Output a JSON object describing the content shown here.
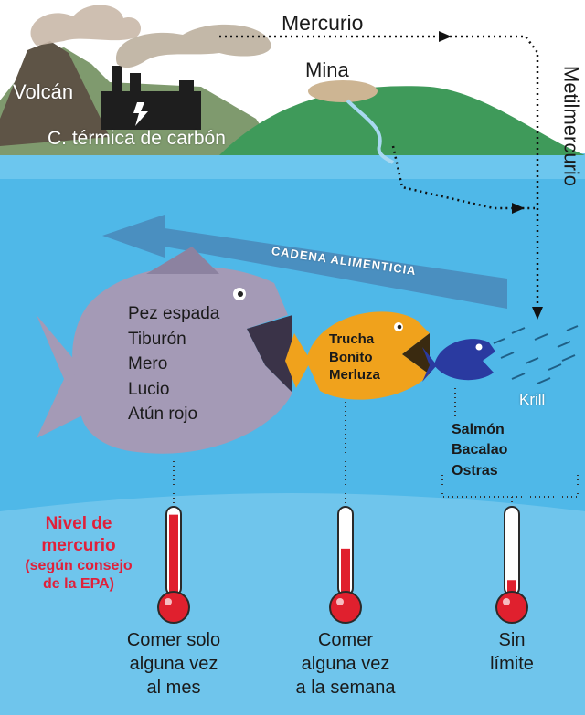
{
  "colors": {
    "sky": "#ffffff",
    "ocean": "#4fb8e8",
    "ocean_deep": "#8ad0f2",
    "land": "#7f9a6e",
    "mine_hill": "#3f9a5a",
    "big_fish": "#a49ab6",
    "mid_fish": "#f0a21c",
    "small_fish": "#2a3aa0",
    "chain_arrow": "#4a8fc0",
    "thermometer_fill": "#e0202e",
    "mercury_label": "#e0203a"
  },
  "sources": {
    "volcano": "Volcán",
    "power_plant": "C. térmica de carbón",
    "mine": "Mina"
  },
  "flows": {
    "mercury": "Mercurio",
    "methylmercury": "Metilmercurio"
  },
  "food_chain": {
    "label": "CADENA ALIMENTICIA"
  },
  "fish": {
    "large": [
      "Pez espada",
      "Tiburón",
      "Mero",
      "Lucio",
      "Atún rojo"
    ],
    "medium": [
      "Trucha",
      "Bonito",
      "Merluza"
    ],
    "small": [
      "Salmón",
      "Bacalao",
      "Ostras"
    ],
    "krill": "Krill"
  },
  "mercury_level_title": [
    "Nivel de",
    "mercurio",
    "(según consejo",
    "de la EPA)"
  ],
  "thermometers": [
    {
      "level": 0.95,
      "caption": [
        "Comer solo",
        "alguna vez",
        "al mes"
      ]
    },
    {
      "level": 0.55,
      "caption": [
        "Comer",
        "alguna vez",
        "a la semana"
      ]
    },
    {
      "level": 0.18,
      "caption": [
        "Sin",
        "límite"
      ]
    }
  ]
}
